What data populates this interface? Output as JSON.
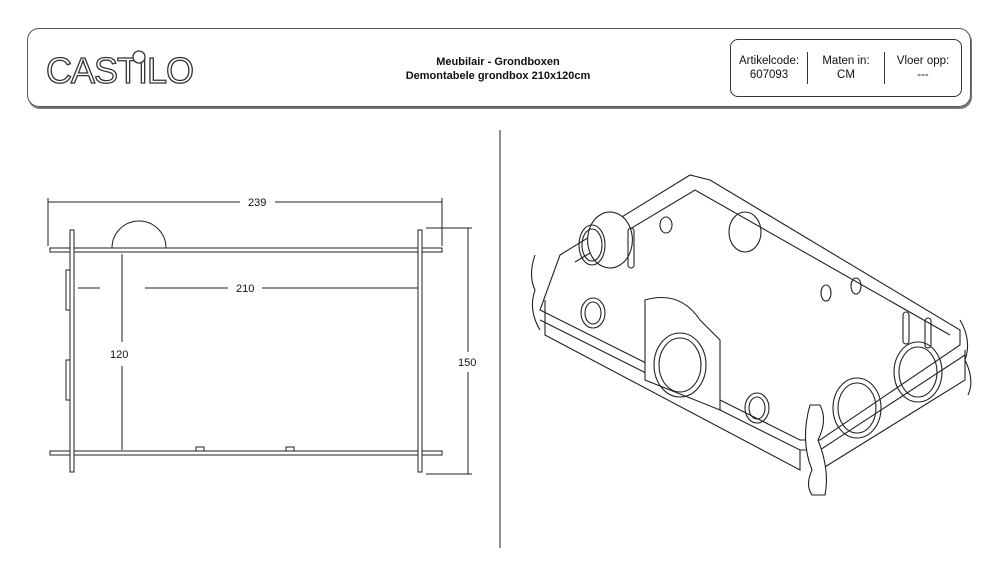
{
  "header": {
    "logo": "CASTILO",
    "title_line1": "Meubilair - Grondboxen",
    "title_line2": "Demontabele grondbox 210x120cm",
    "info": [
      {
        "label": "Artikelcode:",
        "value": "607093"
      },
      {
        "label": "Maten in:",
        "value": "CM"
      },
      {
        "label": "Vloer opp:",
        "value": "---"
      }
    ]
  },
  "drawing": {
    "dim_total_length": "239",
    "dim_inner_length": "210",
    "dim_inner_width": "120",
    "dim_total_width": "150"
  }
}
